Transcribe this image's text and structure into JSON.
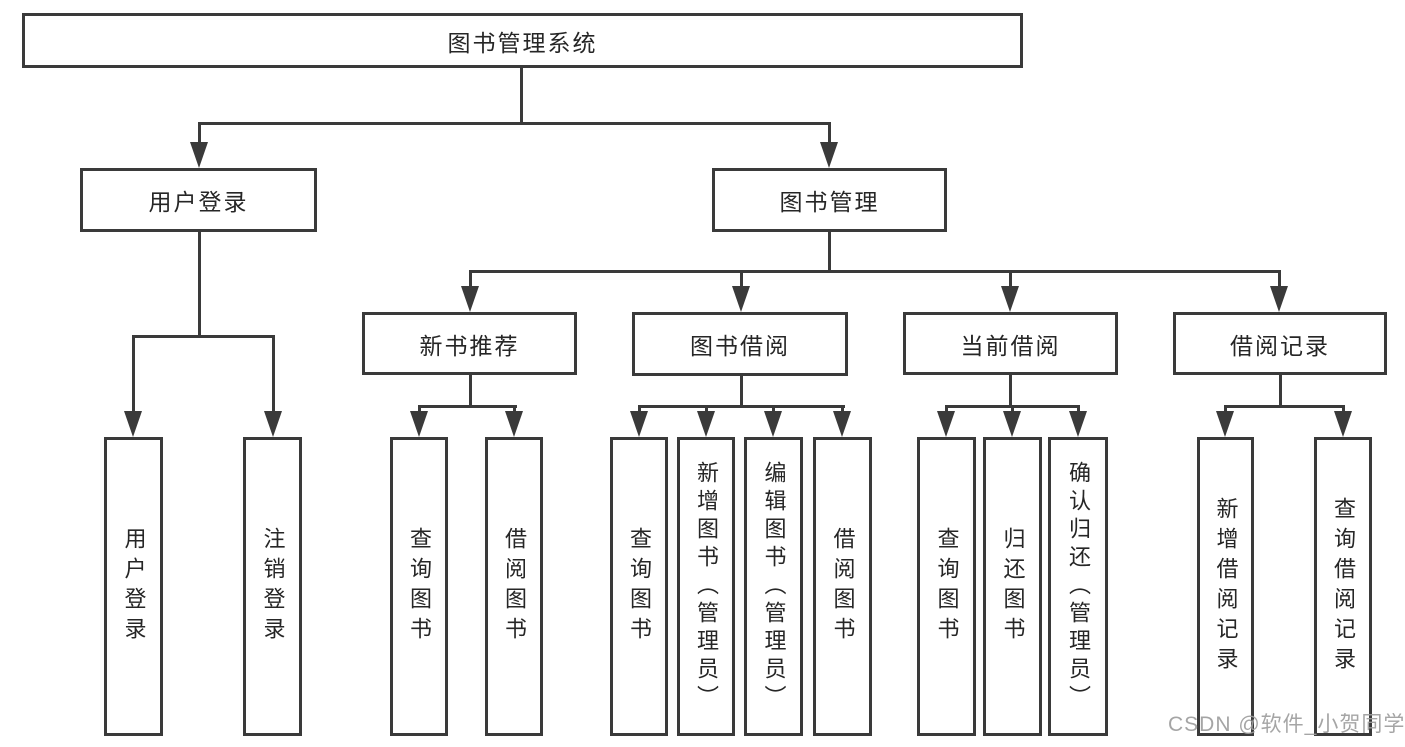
{
  "tree": {
    "label": "图书管理系统",
    "children": [
      {
        "label": "用户登录",
        "children": [
          {
            "label": "用户登录"
          },
          {
            "label": "注销登录"
          }
        ]
      },
      {
        "label": "图书管理",
        "children": [
          {
            "label": "新书推荐",
            "children": [
              {
                "label": "查询图书"
              },
              {
                "label": "借阅图书"
              }
            ]
          },
          {
            "label": "图书借阅",
            "children": [
              {
                "label": "查询图书"
              },
              {
                "label": "新增图书（管理员）"
              },
              {
                "label": "编辑图书（管理员）"
              },
              {
                "label": "借阅图书"
              }
            ]
          },
          {
            "label": "当前借阅",
            "children": [
              {
                "label": "查询图书"
              },
              {
                "label": "归还图书"
              },
              {
                "label": "确认归还（管理员）"
              }
            ]
          },
          {
            "label": "借阅记录",
            "children": [
              {
                "label": "新增借阅记录"
              },
              {
                "label": "查询借阅记录"
              }
            ]
          }
        ]
      }
    ]
  },
  "watermark": "CSDN @软件_小贺同学",
  "colors": {
    "line": "#3a3a3a",
    "text": "#262626",
    "watermark": "#9e9e9e"
  }
}
